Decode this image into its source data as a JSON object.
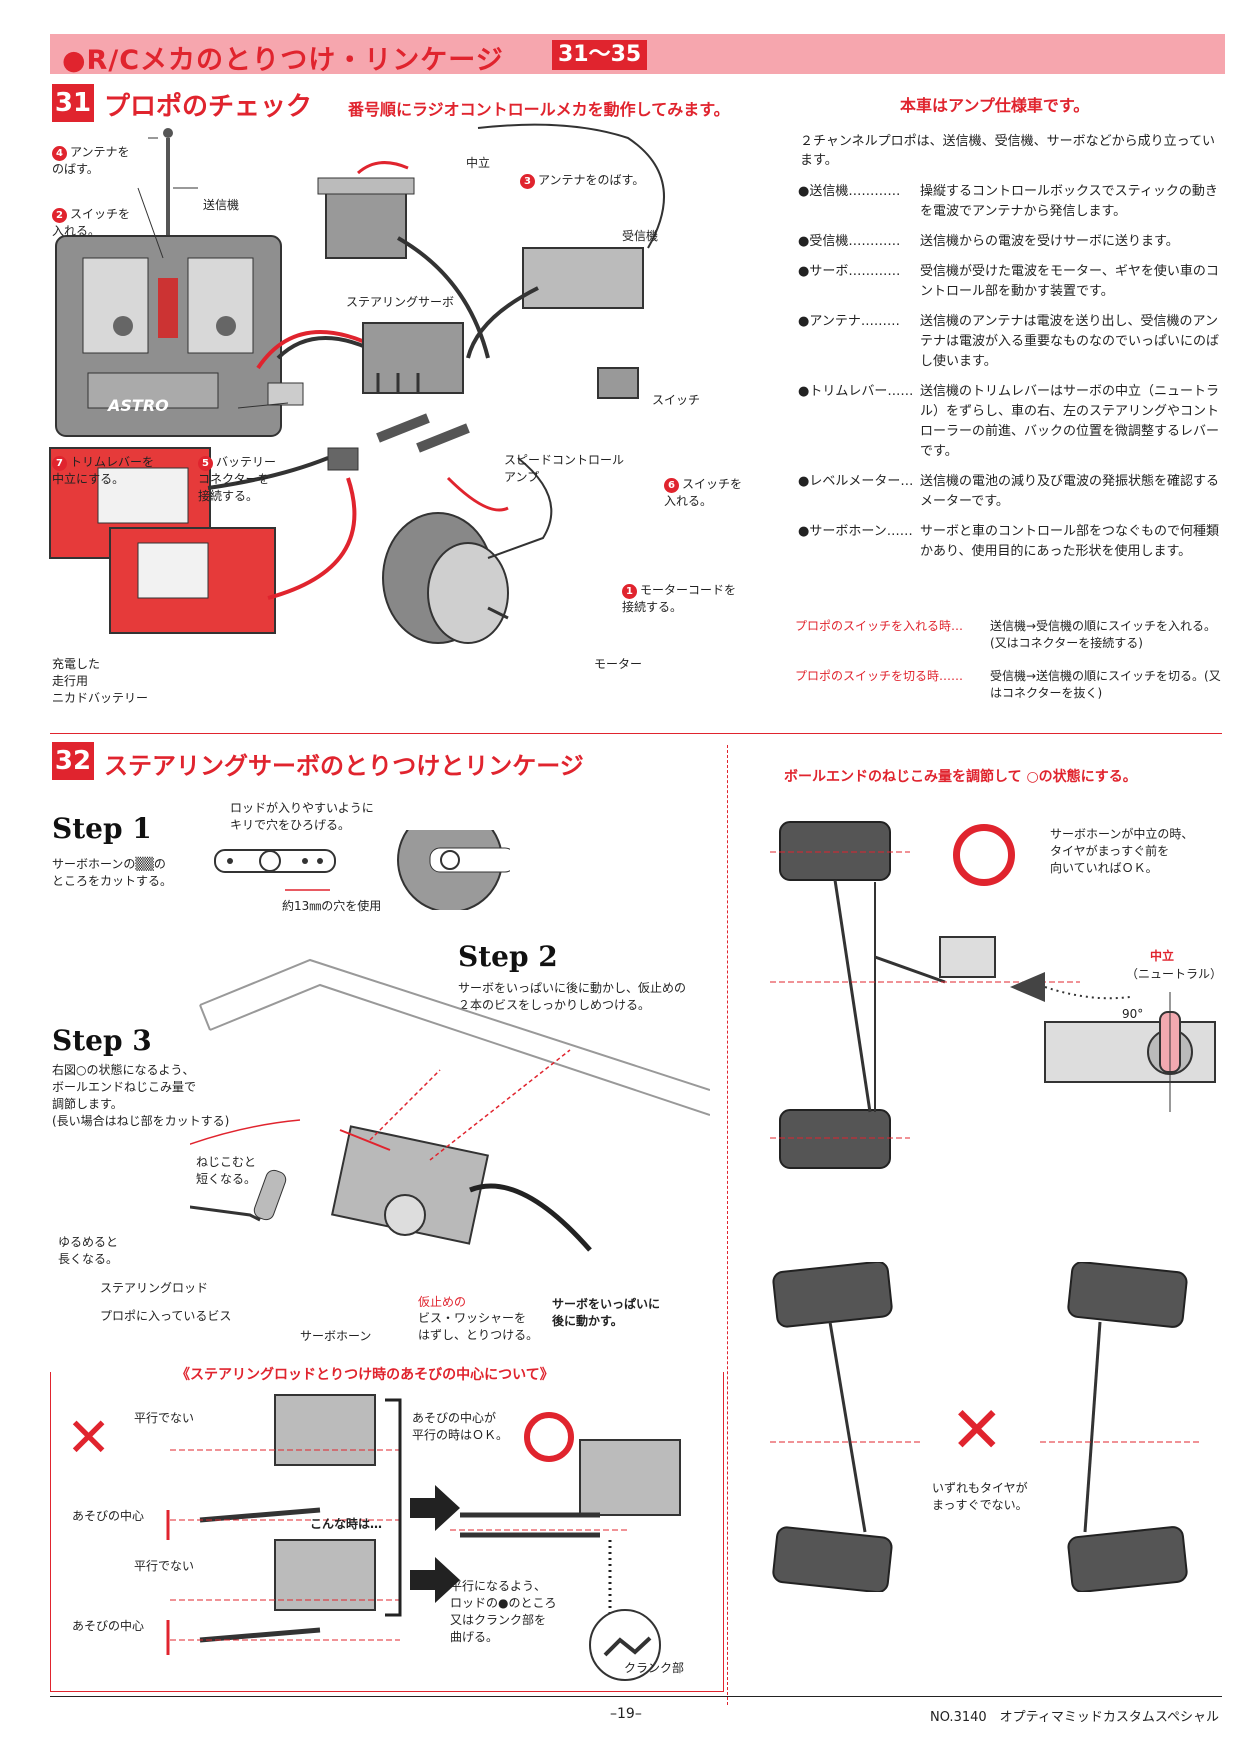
{
  "header": {
    "title": "●R/Cメカのとりつけ・リンケージ",
    "range": "31〜35"
  },
  "s31": {
    "num": "31",
    "title": "プロポのチェック",
    "subtitle": "番号順にラジオコントロールメカを動作してみます。",
    "amp_note": "本車はアンプ仕様車です。",
    "intro": "２チャンネルプロポは、送信機、受信機、サーボなどから成り立っています。",
    "defs": [
      {
        "term": "●送信機…………",
        "desc": "操縦するコントロールボックスでスティックの動きを電波でアンテナから発信します。"
      },
      {
        "term": "●受信機…………",
        "desc": "送信機からの電波を受けサーボに送ります。"
      },
      {
        "term": "●サーボ…………",
        "desc": "受信機が受けた電波をモーター、ギヤを使い車のコントロール部を動かす装置です。"
      },
      {
        "term": "●アンテナ………",
        "desc": "送信機のアンテナは電波を送り出し、受信機のアンテナは電波が入る重要なものなのでいっぱいにのばし使います。"
      },
      {
        "term": "●トリムレバー……",
        "desc": "送信機のトリムレバーはサーボの中立（ニュートラル）をずらし、車の右、左のステアリングやコントローラーの前進、バックの位置を微調整するレバーです。"
      },
      {
        "term": "●レベルメーター…",
        "desc": "送信機の電池の減り及び電波の発振状態を確認するメーターです。"
      },
      {
        "term": "●サーボホーン……",
        "desc": "サーボと車のコントロール部をつなぐもので何種類かあり、使用目的にあった形状を使用します。"
      }
    ],
    "switch_on_label": "プロポのスイッチを入れる時…",
    "switch_on_text": "送信機→受信機の順にスイッチを入れる。(又はコネクターを接続する)",
    "switch_off_label": "プロポのスイッチを切る時……",
    "switch_off_text": "受信機→送信機の順にスイッチを切る。(又はコネクターを抜く)",
    "labels": {
      "antenna4": "アンテナを\nのばす。",
      "switch2": "スイッチを\n入れる。",
      "transmitter": "送信機",
      "neutral": "中立",
      "antenna3": "アンテナをのばす。",
      "receiver": "受信機",
      "steering_servo": "ステアリングサーボ",
      "switch": "スイッチ",
      "speed_control": "スピードコントロール\nアンプ",
      "switch6": "スイッチを\n入れる。",
      "trim7": "トリムレバーを\n中立にする。",
      "battery5": "バッテリー\nコネクターを\n接続する。",
      "motor_cord1": "モーターコードを\n接続する。",
      "motor": "モーター",
      "battery": "充電した\n走行用\nニカドバッテリー",
      "num4": "4",
      "num2": "2",
      "num3": "3",
      "num6": "6",
      "num7": "7",
      "num5": "5",
      "num1": "1",
      "astro": "ASTRO"
    }
  },
  "s32": {
    "num": "32",
    "title": "ステアリングサーボのとりつけとリンケージ",
    "ballend_note": "ボールエンドのねじこみ量を調節して ○の状態にする。",
    "step1": "Step 1",
    "step1_text": "サーボホーンの▒▒の\nところをカットする。",
    "rod_text": "ロッドが入りやすいように\nキリで穴をひろげる。",
    "hole_text": "約13㎜の穴を使用",
    "step2": "Step 2",
    "step2_text": "サーボをいっぱいに後に動かし、仮止めの\n２本のビスをしっかりしめつける。",
    "step3": "Step 3",
    "step3_text": "右図○の状態になるよう、\nボールエンドねじこみ量で\n調節します。\n(長い場合はねじ部をカットする)",
    "tighten": "ねじこむと\n短くなる。",
    "loosen": "ゆるめると\n長くなる。",
    "steering_rod": "ステアリングロッド",
    "propo_screw": "プロポに入っているビス",
    "servo_horn": "サーボホーン",
    "temp_stop": "仮止めの",
    "temp_stop2": "ビス・ワッシャーを\nはずし、とりつける。",
    "move_back": "サーボをいっぱいに\n後に動かす。",
    "ok_text": "サーボホーンが中立の時、\nタイヤがまっすぐ前を\n向いていればＯＫ。",
    "neutral_cn": "中立",
    "neutral_paren": "（ニュートラル）",
    "deg90": "90°",
    "ng_text": "いずれもタイヤが\nまっすぐでない。",
    "play_title": "《ステアリングロッドとりつけ時のあそびの中心について》",
    "not_parallel_1": "平行でない",
    "not_parallel_2": "平行でない",
    "play_center_1": "あそびの中心",
    "play_center_2": "あそびの中心",
    "play_ok": "あそびの中心が\n平行の時はＯＫ。",
    "in_case": "こんな時は…",
    "fix_text": "平行になるよう、\nロッドの●のところ\n又はクランク部を\n曲げる。",
    "crank": "クランク部"
  },
  "footer": {
    "page": "–19–",
    "product": "NO.3140　オプティマミッドカスタムスペシャル"
  }
}
